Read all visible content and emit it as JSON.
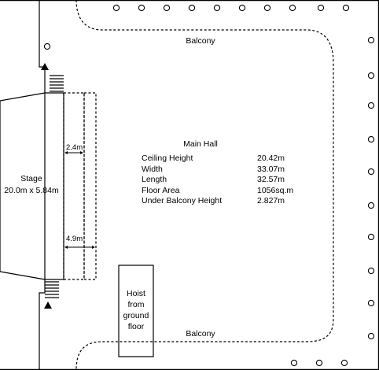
{
  "balcony_top": "Balcony",
  "balcony_bottom": "Balcony",
  "stage": {
    "title": "Stage",
    "size": "20.0m x 5.84m"
  },
  "hall": {
    "title": "Main Hall",
    "specs": [
      {
        "label": "Ceiling Height",
        "value": "20.42m"
      },
      {
        "label": "Width",
        "value": "33.07m"
      },
      {
        "label": "Length",
        "value": "32.57m"
      },
      {
        "label": "Floor Area",
        "value": "1056sq.m"
      },
      {
        "label": "Under Balcony Height",
        "value": "2.827m"
      }
    ]
  },
  "dim_upper": "2.4m",
  "dim_lower": "4.9m",
  "hoist": {
    "line1": "Hoist",
    "line2": "from",
    "line3": "ground",
    "line4": "floor"
  }
}
